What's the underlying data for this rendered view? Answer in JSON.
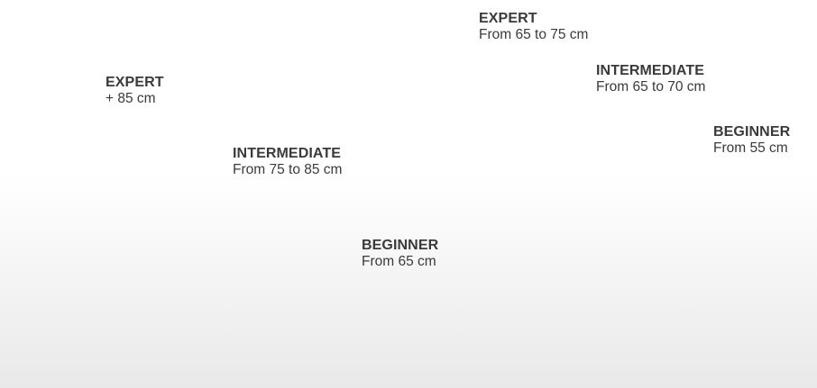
{
  "foils": [
    {
      "level": "EXPERT",
      "size": "+ 85 cm"
    },
    {
      "level": "INTERMEDIATE",
      "size": "From 75 to 85 cm"
    },
    {
      "level": "BEGINNER",
      "size": "From 65 cm"
    },
    {
      "level": "EXPERT",
      "size": "From 65 to 75 cm"
    },
    {
      "level": "INTERMEDIATE",
      "size": "From 65 to 70 cm"
    },
    {
      "level": "BEGINNER",
      "size": "From 55 cm"
    }
  ],
  "colors": {
    "line": "#1f1f1f",
    "text": "#3a3a3a"
  }
}
